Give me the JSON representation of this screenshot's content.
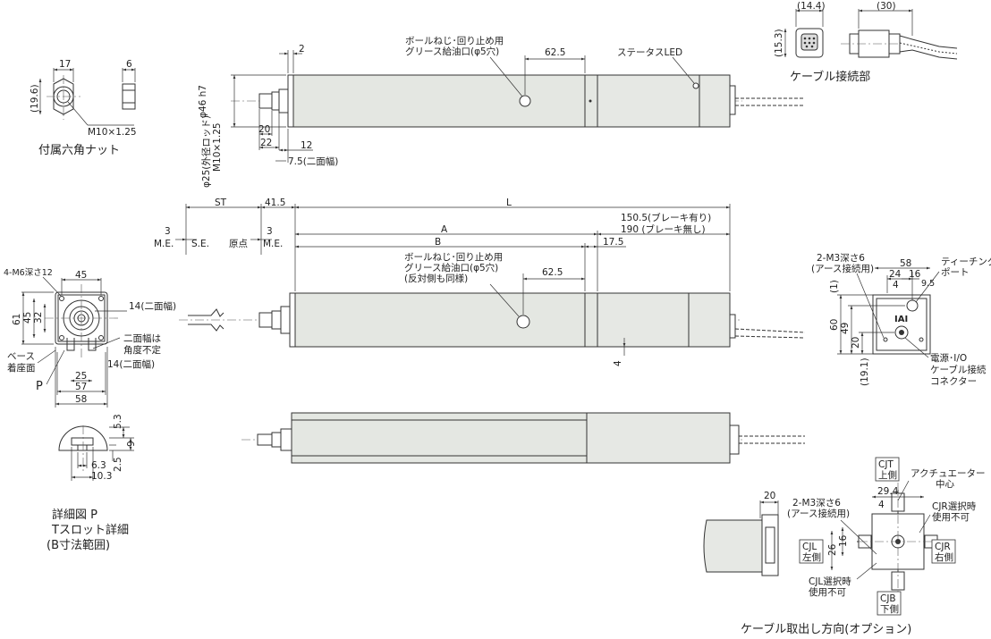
{
  "hex_nut": {
    "title": "付属六角ナット",
    "dim_width": "17",
    "dim_thickness": "6",
    "dim_height": "(19.6)",
    "thread": "M10×1.25"
  },
  "cable_conn": {
    "title": "ケーブル接続部",
    "dim_w": "(14.4)",
    "dim_h": "(15.3)",
    "dim_len": "(30)"
  },
  "top_view": {
    "dim_2": "2",
    "grease_l1": "ボールねじ･回り止め用",
    "grease_l2": "グリース給油口(φ5穴)",
    "dim_62_5": "62.5",
    "status_led": "ステータスLED",
    "rod_dia": "φ46 h7",
    "rod_outer": "φ25(外径ロッド)",
    "rod_thread": "M10×1.25",
    "dim_20": "20",
    "dim_22": "22",
    "dim_12": "12",
    "dim_7_5": "7.5(二面幅)"
  },
  "main_view": {
    "st": "ST",
    "dim_41_5": "41.5",
    "l": "L",
    "dim_3a": "3",
    "me_a": "M.E.",
    "se": "S.E.",
    "origin": "原点",
    "dim_3b": "3",
    "me_b": "M.E.",
    "a": "A",
    "b": "B",
    "brake1": "150.5(ブレーキ有り)",
    "brake2": "190 (ブレーキ無し)",
    "dim_17_5": "17.5",
    "grease_l1": "ボールねじ･回り止め用",
    "grease_l2": "グリース給油口(φ5穴)",
    "grease_l3": "(反対側も同様)",
    "dim_62_5": "62.5",
    "dim_4": "4"
  },
  "front_view": {
    "tap": "4-M6深さ12",
    "dim_45h": "45",
    "dim_61": "61",
    "dim_45v": "45",
    "dim_32": "32",
    "across1": "14(二面幅)",
    "note1": "二面幅は",
    "note2": "角度不定",
    "across2": "14(二面幅)",
    "base1": "ベース",
    "base2": "着座面",
    "p": "P",
    "dim_25": "25",
    "dim_57": "57",
    "dim_58": "58"
  },
  "detail_p": {
    "title1": "詳細図 P",
    "title2": "Tスロット詳細",
    "title3": "(B寸法範囲)",
    "dim_5_3": "5.3",
    "dim_9": "9",
    "dim_2_5": "2.5",
    "dim_6_3": "6.3",
    "dim_10_3": "10.3"
  },
  "rear_view": {
    "tap1": "2-M3深さ6",
    "tap2": "(アース接続用)",
    "dim_58": "58",
    "dim_24": "24",
    "dim_16": "16",
    "dim_4": "4",
    "dim_9_5": "9.5",
    "teach1": "ティーチング",
    "teach2": "ポート",
    "dim_1": "(1)",
    "dim_60": "60",
    "dim_49": "49",
    "dim_20": "20",
    "dim_19_1": "(19.1)",
    "power1": "電源･I/O",
    "power2": "ケーブル接続",
    "power3": "コネクター"
  },
  "cable_option": {
    "title": "ケーブル取出し方向(オプション)",
    "dim_20": "20",
    "tap1": "2-M3深さ6",
    "tap2": "(アース接続用)",
    "cjt1": "CJT",
    "cjt2": "上側",
    "center1": "アクチュエーター",
    "center2": "中心",
    "dim_29_4": "29.4",
    "dim_4": "4",
    "dim_16": "16",
    "dim_26": "26",
    "cjr_note1": "CJR選択時",
    "cjr_note2": "使用不可",
    "cjl1": "CJL",
    "cjl2": "左側",
    "cjr1": "CJR",
    "cjr2": "右側",
    "cjl_note1": "CJL選択時",
    "cjl_note2": "使用不可",
    "cjb1": "CJB",
    "cjb2": "下側"
  }
}
